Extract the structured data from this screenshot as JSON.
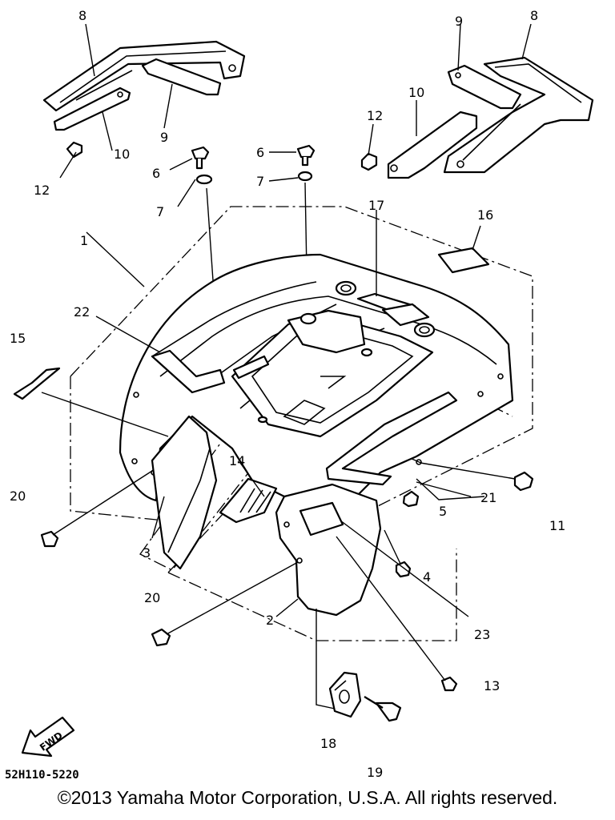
{
  "drawing_code": "52H110-5220",
  "copyright": "©2013 Yamaha Motor Corporation, U.S.A. All rights reserved.",
  "fwd_label": "FWD",
  "fwd_icon": "fwd-arrow-icon",
  "callouts": {
    "c1": "1",
    "c2": "2",
    "c3": "3",
    "c4": "4",
    "c5": "5",
    "c6a": "6",
    "c6b": "6",
    "c7a": "7",
    "c7b": "7",
    "c8a": "8",
    "c8b": "8",
    "c9a": "9",
    "c9b": "9",
    "c10a": "10",
    "c10b": "10",
    "c11": "11",
    "c12a": "12",
    "c12b": "12",
    "c13": "13",
    "c14": "14",
    "c15": "15",
    "c16": "16",
    "c17": "17",
    "c18": "18",
    "c19": "19",
    "c20a": "20",
    "c20b": "20",
    "c21": "21",
    "c22": "22",
    "c23": "23"
  }
}
